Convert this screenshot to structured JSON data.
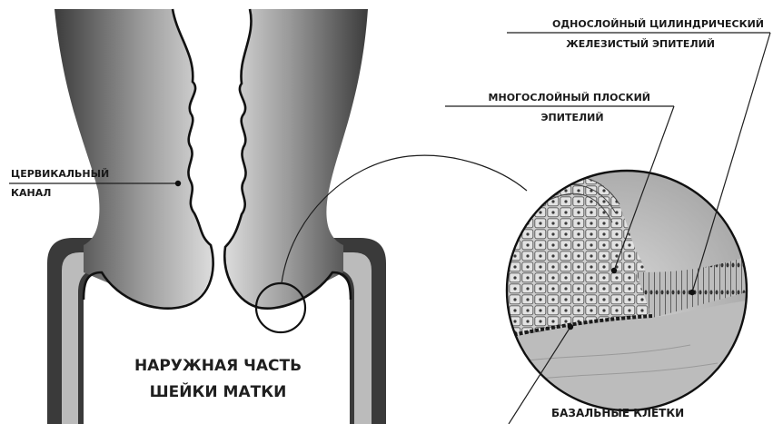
{
  "labels": {
    "cervical_canal": [
      "ЦЕРВИКАЛЬНЫЙ",
      "КАНАЛ"
    ],
    "columnar_epithelium": [
      "ОДНОСЛОЙНЫЙ ЦИЛИНДРИЧЕСКИЙ",
      "ЖЕЛЕЗИСТЫЙ ЭПИТЕЛИЙ"
    ],
    "squamous_epithelium": [
      "МНОГОСЛОЙНЫЙ ПЛОСКИЙ",
      "ЭПИТЕЛИЙ"
    ],
    "basal_cells": "БАЗАЛЬНЫЕ КЛЕТКИ",
    "ectocervix": [
      "НАРУЖНАЯ ЧАСТЬ",
      "ШЕЙКИ МАТКИ"
    ]
  },
  "colors": {
    "tissue_dark": "#3a3a3a",
    "tissue_light": "#e6e6e6",
    "background": "#ffffff",
    "lines": "#1e1e1e"
  }
}
